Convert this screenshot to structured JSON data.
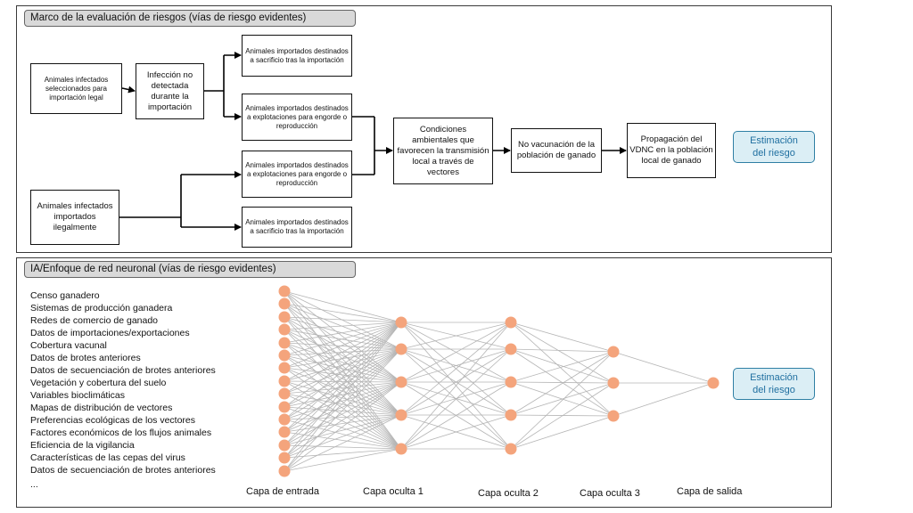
{
  "top_panel": {
    "title": "Marco de la evaluación de riesgos (vías de riesgo evidentes)",
    "boxes": {
      "legal_source": "Animales infectados seleccionados para importación legal",
      "undetected": "Infección no detectada durante la importación",
      "legal_slaughter": "Animales importados destinados a sacrificio tras la importación",
      "legal_farms": "Animales importados destinados a explotaciones para engorde o reproducción",
      "illegal_farms": "Animales importados destinados a explotaciones para engorde o reproducción",
      "illegal_source": "Animales infectados importados ilegalmente",
      "illegal_slaughter": "Animales importados destinados a sacrificio tras la importación",
      "env_conditions": "Condiciones ambientales que favorecen la transmisión local a través de vectores",
      "no_vaccination": "No vacunación de la población de ganado",
      "spread": "Propagación del VDNC en la población local de ganado"
    },
    "estimate": "Estimación del riesgo"
  },
  "bottom_panel": {
    "title": "IA/Enfoque de red neuronal (vías de riesgo evidentes)",
    "features": [
      "Censo ganadero",
      "Sistemas de producción ganadera",
      "Redes de comercio de ganado",
      "Datos de importaciones/exportaciones",
      "Cobertura vacunal",
      "Datos de brotes anteriores",
      "Datos de secuenciación  de brotes anteriores",
      "Vegetación y cobertura del suelo",
      "Variables bioclimáticas",
      "Mapas de distribución de vectores",
      "Preferencias ecológicas de los vectores",
      "Factores económicos de los flujos animales",
      "Eficiencia de la vigilancia",
      "Características de las cepas del virus",
      "Datos de secuenciación  de brotes anteriores",
      "..."
    ],
    "layers": [
      "Capa de entrada",
      "Capa oculta 1",
      "Capa oculta 2",
      "Capa oculta 3",
      "Capa de salida"
    ],
    "estimate": "Estimación del riesgo"
  },
  "colors": {
    "node": "#f4a47c",
    "edge": "#b5b5b5",
    "estimate_fill": "#dbeef5",
    "estimate_border": "#2f7fa4"
  }
}
